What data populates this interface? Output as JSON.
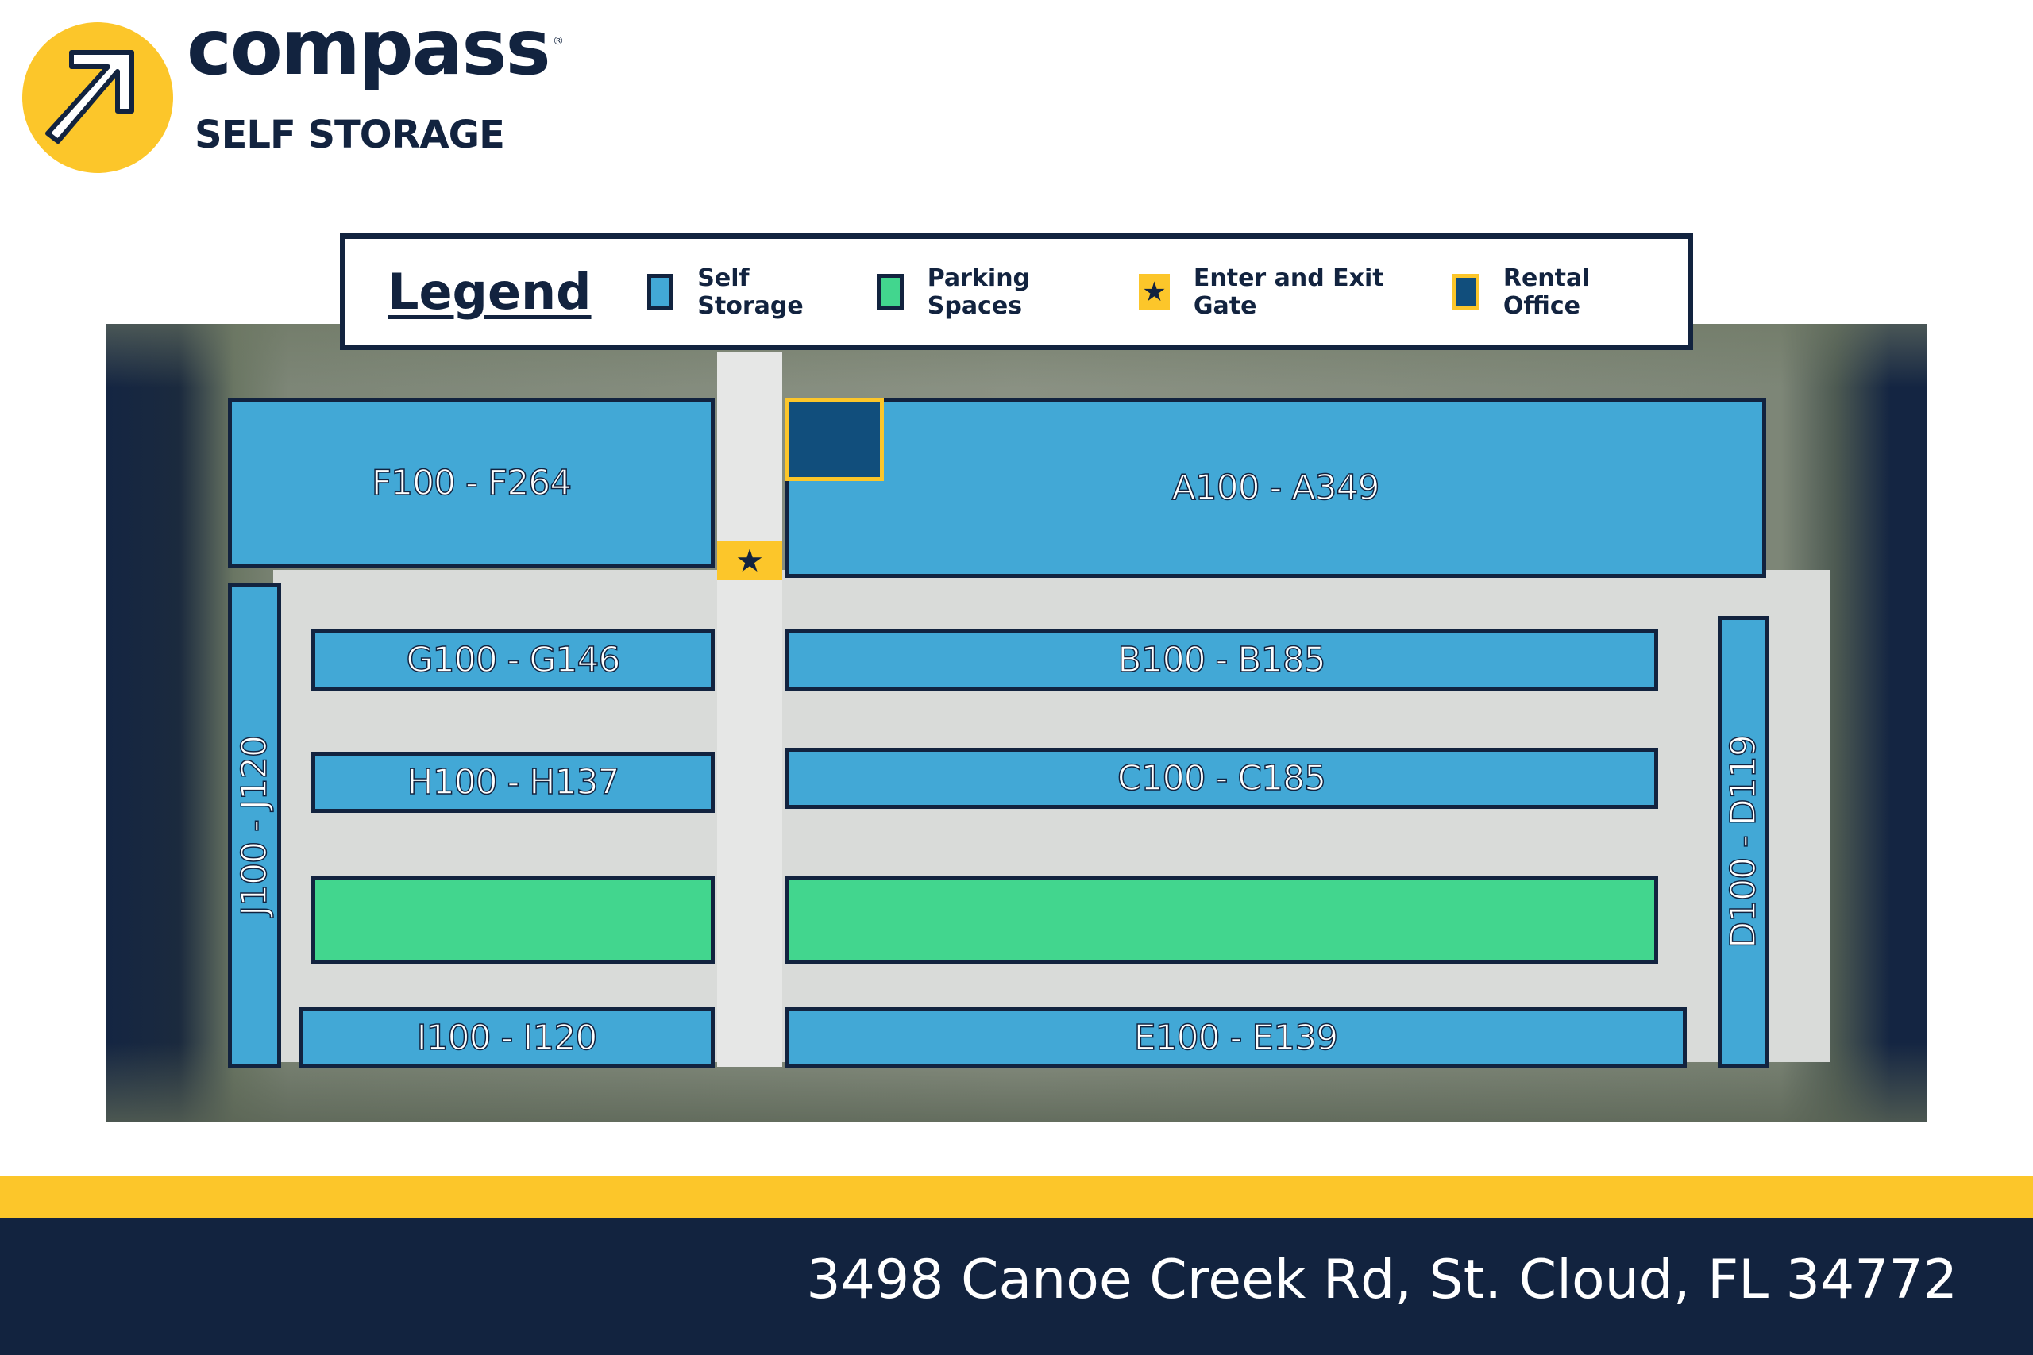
{
  "brand": {
    "name": "compass",
    "registered": "®",
    "subtitle": "SELF STORAGE",
    "logo_icon": "arrow-up-right-icon"
  },
  "colors": {
    "self_storage": "#42a8d6",
    "parking": "#42d68e",
    "gate": "#fcc62a",
    "office": "#114e7c",
    "navy": "#12233f"
  },
  "legend": {
    "title": "Legend",
    "items": [
      {
        "label": "Self Storage",
        "icon": "blue-square"
      },
      {
        "label": "Parking Spaces",
        "icon": "green-square"
      },
      {
        "label": "Enter and Exit Gate",
        "icon": "star-icon",
        "glyph": "★"
      },
      {
        "label": "Rental Office",
        "icon": "office-square"
      }
    ]
  },
  "map": {
    "buildings": {
      "F": "F100 - F264",
      "A": "A100 - A349",
      "G": "G100 - G146",
      "B": "B100 - B185",
      "H": "H100 - H137",
      "C": "C100 - C185",
      "I": "I100 - I120",
      "E": "E100 - E139",
      "J": "J100 - J120",
      "D": "D100 - D119"
    },
    "gate_glyph": "★"
  },
  "footer": {
    "address": "3498 Canoe Creek Rd, St. Cloud, FL 34772"
  }
}
